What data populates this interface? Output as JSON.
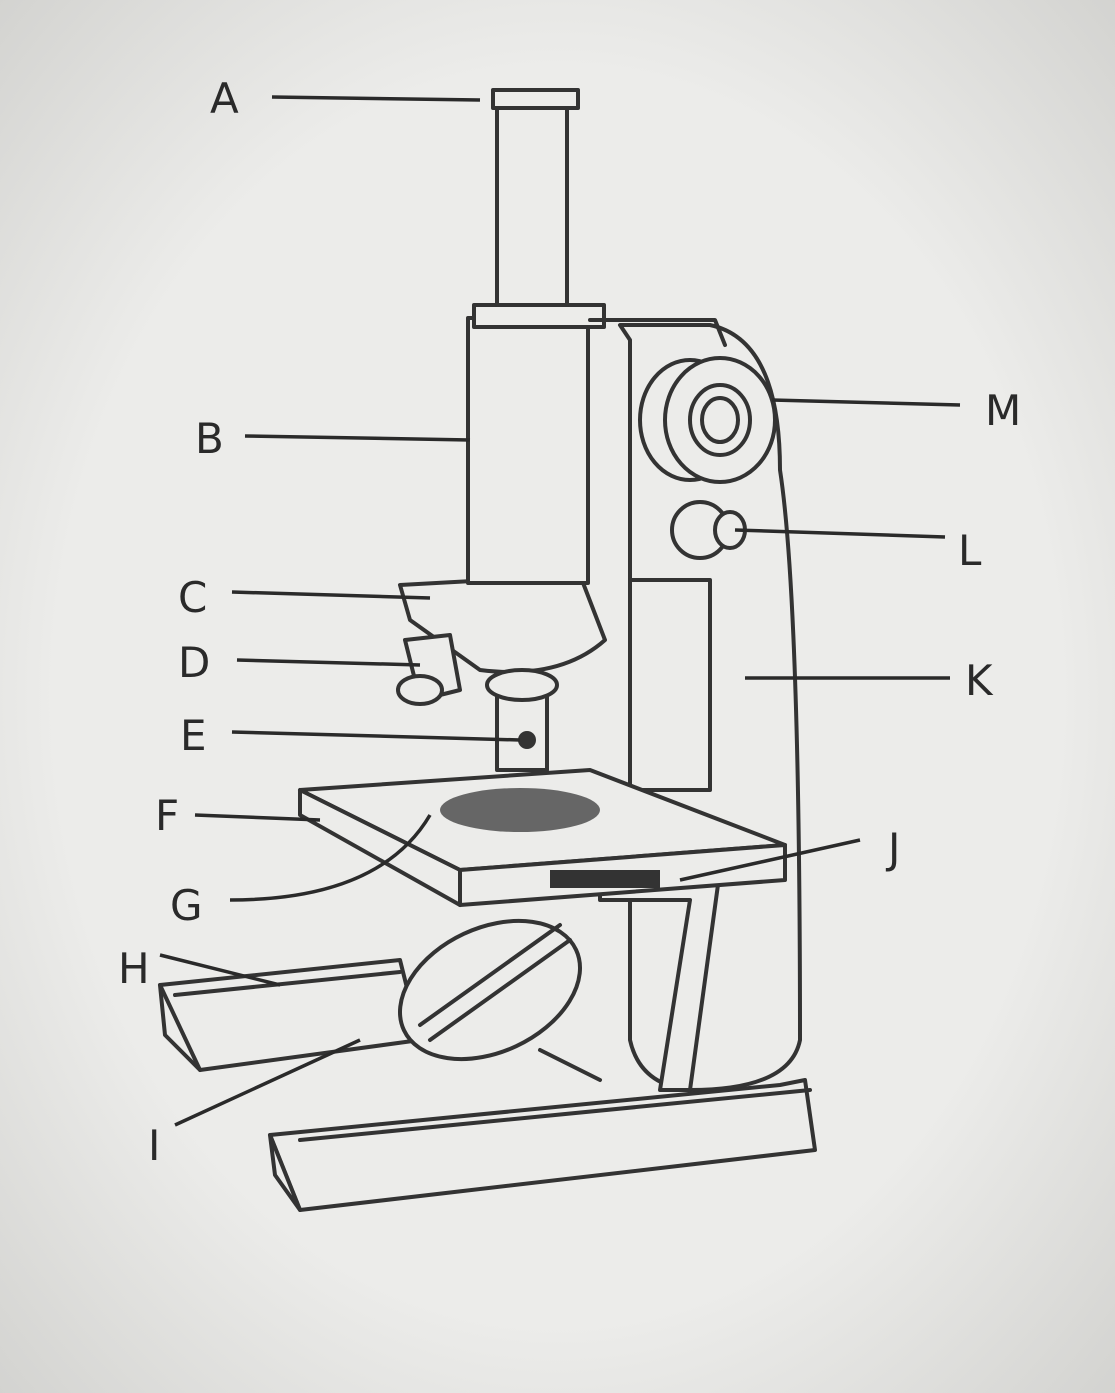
{
  "diagram": {
    "subject": "microscope",
    "labels": [
      "A",
      "B",
      "C",
      "D",
      "E",
      "F",
      "G",
      "H",
      "I",
      "J",
      "K",
      "L",
      "M"
    ]
  }
}
